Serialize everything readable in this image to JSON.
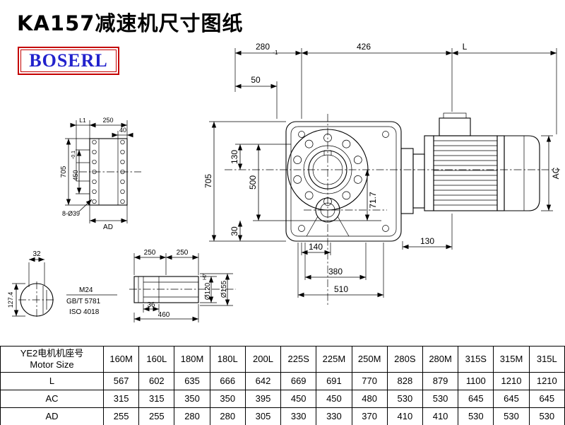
{
  "page": {
    "title": "KA157减速机尺寸图纸",
    "logo": "BOSERL"
  },
  "dims": {
    "d280": "280",
    "d280tol": "-1",
    "d426": "426",
    "dL": "L",
    "d50": "50",
    "d705": "705",
    "d130l": "130",
    "d500": "500",
    "d30": "30",
    "d717": "71.7",
    "d140": "140",
    "d380": "380",
    "d510": "510",
    "d130b": "130",
    "dAC": "AC"
  },
  "flange": {
    "dL1": "L1",
    "d250": "250",
    "d40": "40",
    "d705": "705",
    "d450": "450",
    "d450tol": "-0.1",
    "holes": "8-Ø39",
    "dAD": "AD"
  },
  "shaft": {
    "d32": "32",
    "d1274": "127.4",
    "d250a": "250",
    "d250b": "250",
    "thread": "M24",
    "std1": "GB/T 5781",
    "std2": "ISO 4018",
    "d36": "36",
    "d460": "460",
    "d120": "Ø120",
    "d120fit": "H7",
    "d155": "Ø155"
  },
  "table": {
    "header_cn": "YE2电机机座号",
    "header_en": "Motor Size",
    "columns": [
      "160M",
      "160L",
      "180M",
      "180L",
      "200L",
      "225S",
      "225M",
      "250M",
      "280S",
      "280M",
      "315S",
      "315M",
      "315L"
    ],
    "rows": [
      {
        "label": "L",
        "values": [
          "567",
          "602",
          "635",
          "666",
          "642",
          "669",
          "691",
          "770",
          "828",
          "879",
          "1100",
          "1210",
          "1210"
        ]
      },
      {
        "label": "AC",
        "values": [
          "315",
          "315",
          "350",
          "350",
          "395",
          "450",
          "450",
          "480",
          "530",
          "530",
          "645",
          "645",
          "645"
        ]
      },
      {
        "label": "AD",
        "values": [
          "255",
          "255",
          "280",
          "280",
          "305",
          "330",
          "330",
          "370",
          "410",
          "410",
          "530",
          "530",
          "530"
        ]
      }
    ]
  }
}
